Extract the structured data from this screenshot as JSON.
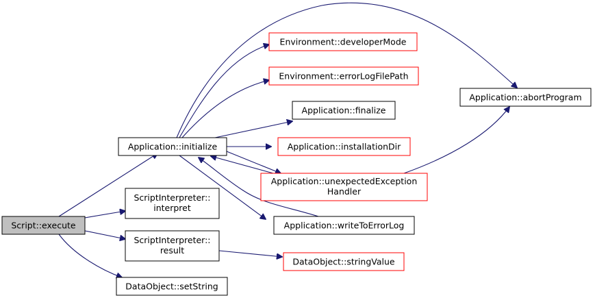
{
  "colors": {
    "edge": "#191970",
    "root_fill": "#bfbfbf",
    "node_border": "#000000",
    "external_border": "#ff0000",
    "background": "#ffffff"
  },
  "nodes": {
    "script_execute": {
      "lines": [
        "Script::execute"
      ]
    },
    "app_initialize": {
      "lines": [
        "Application::initialize"
      ]
    },
    "si_interpret": {
      "lines": [
        "ScriptInterpreter::",
        "interpret"
      ]
    },
    "si_result": {
      "lines": [
        "ScriptInterpreter::",
        "result"
      ]
    },
    "do_setstring": {
      "lines": [
        "DataObject::setString"
      ]
    },
    "env_devmode": {
      "lines": [
        "Environment::developerMode"
      ]
    },
    "env_errlog": {
      "lines": [
        "Environment::errorLogFilePath"
      ]
    },
    "app_finalize": {
      "lines": [
        "Application::finalize"
      ]
    },
    "app_installdir": {
      "lines": [
        "Application::installationDir"
      ]
    },
    "app_unexpected": {
      "lines": [
        "Application::unexpectedException",
        "Handler"
      ]
    },
    "app_writelog": {
      "lines": [
        "Application::writeToErrorLog"
      ]
    },
    "do_stringvalue": {
      "lines": [
        "DataObject::stringValue"
      ]
    },
    "app_abort": {
      "lines": [
        "Application::abortProgram"
      ]
    }
  }
}
